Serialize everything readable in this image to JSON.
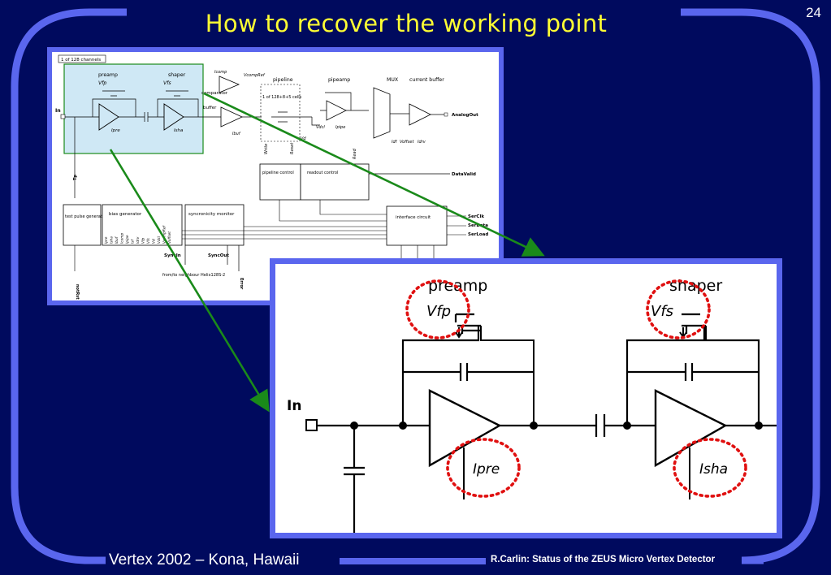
{
  "slide": {
    "number": "24",
    "title": "How to recover the working point",
    "footer_left": "Vertex 2002 – Kona, Hawaii",
    "footer_right": "R.Carlin: Status of the ZEUS Micro Vertex Detector"
  },
  "colors": {
    "background": "#000a5e",
    "frame": "#5a66ee",
    "title": "#ffff33",
    "highlight_box": "#cfe8f5",
    "arrow": "#1a8a1a",
    "marker_circle": "#e01010"
  },
  "small_schematic": {
    "header": "1 of 128 channels",
    "preamp": "preamp",
    "shaper": "shaper",
    "vfp": "Vfp",
    "vfs": "Vfs",
    "ipre": "Ipre",
    "isha": "Isha",
    "in": "In",
    "icomp": "Icomp",
    "vcompref": "VcompRef",
    "comparator": "comparator",
    "buffer": "buffer",
    "ibuf": "Ibuf",
    "pipeline": "pipeline",
    "cells": "1 of 128+8+5 cells",
    "pipeamp": "pipeamp",
    "vdcl": "Vdcl",
    "ipipe": "Ipipe",
    "vd": "Vd",
    "mux": "MUX",
    "current_buffer": "current buffer",
    "analog_out": "AnalogOut",
    "idf": "Idf",
    "voffset": "Voffset",
    "idrv": "Idrv",
    "write": "Write",
    "reset": "Reset",
    "read": "Read",
    "pipeline_control": "pipeline control",
    "readout_control": "readout control",
    "data_valid": "DataValid",
    "test_pulse_generator": "test pulse generator",
    "bias_generator": "bias generator",
    "bias_list": [
      "Ipre",
      "Isha",
      "Ibuf",
      "Icomp",
      "Ipipe",
      "Isf",
      "Idrv",
      "Vfp",
      "Vfs",
      "Vd",
      "Vdcl",
      "VcompRef",
      "Voffset"
    ],
    "syncronicity_monitor": "syncronicity monitor",
    "interface_circuit": "interface circuit",
    "serclk": "SerClk",
    "serdata": "SerData",
    "serload": "SerLoad",
    "syncin": "SyncIn",
    "syncout": "SyncOut",
    "from_to_neighbour": "from/to neighbour Helix128S-2",
    "error": "Error",
    "tp": "Tp",
    "notrst": "notRst"
  },
  "large_schematic": {
    "preamp": "preamp",
    "shaper": "shaper",
    "vfp": "Vfp",
    "vfs": "Vfs",
    "ipre": "Ipre",
    "isha": "Isha",
    "in": "In"
  }
}
